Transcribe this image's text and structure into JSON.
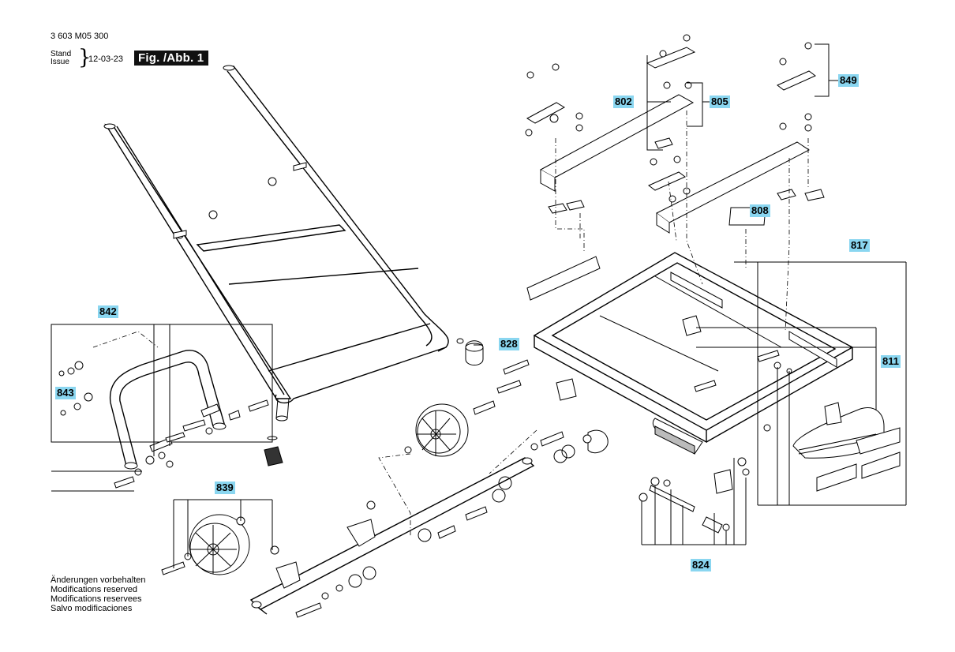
{
  "header": {
    "part_number": "3 603 M05 300",
    "stand_label": "Stand",
    "issue_label": "Issue",
    "date": "12-03-23",
    "figure_label": "Fig. /Abb. 1"
  },
  "notes": [
    "Änderungen vorbehalten",
    "Modifications reserved",
    "Modifications reservees",
    "Salvo modificaciones"
  ],
  "callouts": {
    "c802": "802",
    "c805": "805",
    "c849": "849",
    "c808": "808",
    "c817": "817",
    "c811": "811",
    "c842": "842",
    "c843": "843",
    "c828": "828",
    "c839": "839",
    "c824": "824"
  },
  "colors": {
    "callout_bg": "#8ad6f0",
    "figure_bg": "#111111",
    "line": "#000000"
  }
}
